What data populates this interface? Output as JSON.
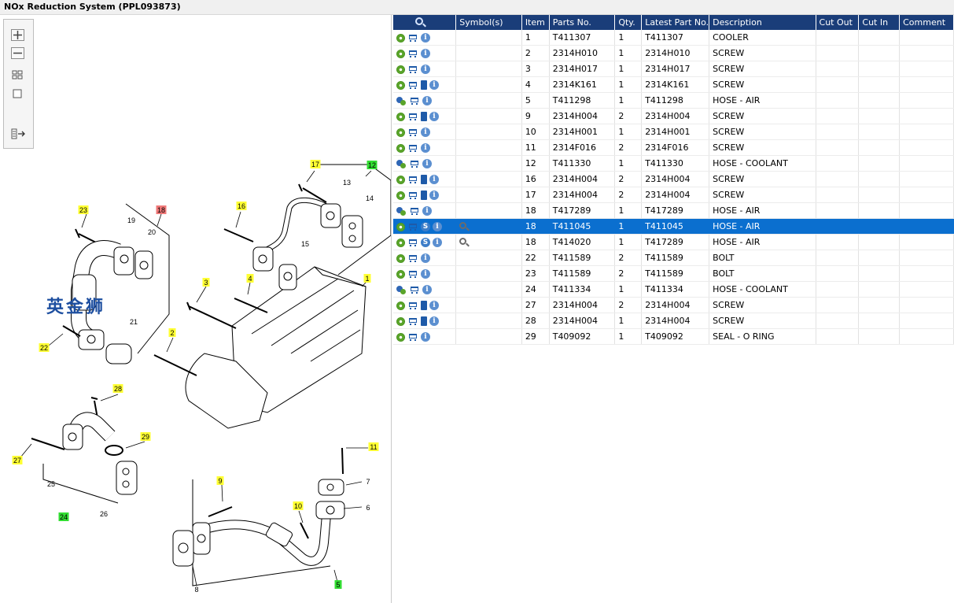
{
  "window": {
    "title": "NOx Reduction System (PPL093873)"
  },
  "toolbox": {
    "zoom_in_icon": "plus-icon",
    "zoom_out_icon": "minus-icon",
    "fit_icon": "fit-grid-icon",
    "window_icon": "window-icon",
    "panel_icon": "panel-toggle-icon"
  },
  "diagram": {
    "callouts": [
      {
        "label": "17",
        "color": "#ffff33"
      },
      {
        "label": "12",
        "color": "#33dd33"
      },
      {
        "label": "16",
        "color": "#ffff33"
      },
      {
        "label": "23",
        "color": "#ffff33"
      },
      {
        "label": "18",
        "color": "#f07878"
      },
      {
        "label": "3",
        "color": "#ffff33"
      },
      {
        "label": "4",
        "color": "#ffff33"
      },
      {
        "label": "1",
        "color": "#ffff33"
      },
      {
        "label": "2",
        "color": "#ffff33"
      },
      {
        "label": "22",
        "color": "#ffff33"
      },
      {
        "label": "28",
        "color": "#ffff33"
      },
      {
        "label": "29",
        "color": "#ffff33"
      },
      {
        "label": "27",
        "color": "#ffff33"
      },
      {
        "label": "24",
        "color": "#33dd33"
      },
      {
        "label": "11",
        "color": "#ffff33"
      },
      {
        "label": "9",
        "color": "#ffff33"
      },
      {
        "label": "10",
        "color": "#ffff33"
      },
      {
        "label": "5",
        "color": "#33dd33"
      }
    ],
    "labels": [
      "13",
      "14",
      "19",
      "20",
      "15",
      "21",
      "25",
      "26",
      "7",
      "6",
      "8"
    ]
  },
  "table": {
    "columns": [
      "",
      "Symbol(s)",
      "Item",
      "Parts No.",
      "Qty.",
      "Latest Part No.",
      "Description",
      "Cut Out",
      "Cut In",
      "Comment"
    ],
    "rows": [
      {
        "icons": "gci",
        "item": "1",
        "part": "T411307",
        "qty": "1",
        "latest": "T411307",
        "desc": "COOLER"
      },
      {
        "icons": "gci",
        "item": "2",
        "part": "2314H010",
        "qty": "1",
        "latest": "2314H010",
        "desc": "SCREW"
      },
      {
        "icons": "gci",
        "item": "3",
        "part": "2314H017",
        "qty": "1",
        "latest": "2314H017",
        "desc": "SCREW"
      },
      {
        "icons": "gcdi",
        "item": "4",
        "part": "2314K161",
        "qty": "1",
        "latest": "2314K161",
        "desc": "SCREW"
      },
      {
        "icons": "Gci",
        "item": "5",
        "part": "T411298",
        "qty": "1",
        "latest": "T411298",
        "desc": "HOSE - AIR"
      },
      {
        "icons": "gcdi",
        "item": "9",
        "part": "2314H004",
        "qty": "2",
        "latest": "2314H004",
        "desc": "SCREW"
      },
      {
        "icons": "gci",
        "item": "10",
        "part": "2314H001",
        "qty": "1",
        "latest": "2314H001",
        "desc": "SCREW"
      },
      {
        "icons": "gci",
        "item": "11",
        "part": "2314F016",
        "qty": "2",
        "latest": "2314F016",
        "desc": "SCREW"
      },
      {
        "icons": "Gci",
        "item": "12",
        "part": "T411330",
        "qty": "1",
        "latest": "T411330",
        "desc": "HOSE - COOLANT"
      },
      {
        "icons": "gcdi",
        "item": "16",
        "part": "2314H004",
        "qty": "2",
        "latest": "2314H004",
        "desc": "SCREW"
      },
      {
        "icons": "gcdi",
        "item": "17",
        "part": "2314H004",
        "qty": "2",
        "latest": "2314H004",
        "desc": "SCREW"
      },
      {
        "icons": "Gci",
        "item": "18",
        "part": "T417289",
        "qty": "1",
        "latest": "T417289",
        "desc": "HOSE - AIR"
      },
      {
        "icons": "gcsim",
        "item": "18",
        "part": "T411045",
        "qty": "1",
        "latest": "T411045",
        "desc": "HOSE - AIR",
        "selected": true
      },
      {
        "icons": "gcsim",
        "item": "18",
        "part": "T414020",
        "qty": "1",
        "latest": "T417289",
        "desc": "HOSE - AIR"
      },
      {
        "icons": "gci",
        "item": "22",
        "part": "T411589",
        "qty": "2",
        "latest": "T411589",
        "desc": "BOLT"
      },
      {
        "icons": "gci",
        "item": "23",
        "part": "T411589",
        "qty": "2",
        "latest": "T411589",
        "desc": "BOLT"
      },
      {
        "icons": "Gci",
        "item": "24",
        "part": "T411334",
        "qty": "1",
        "latest": "T411334",
        "desc": "HOSE - COOLANT"
      },
      {
        "icons": "gcdi",
        "item": "27",
        "part": "2314H004",
        "qty": "2",
        "latest": "2314H004",
        "desc": "SCREW"
      },
      {
        "icons": "gcdi",
        "item": "28",
        "part": "2314H004",
        "qty": "1",
        "latest": "2314H004",
        "desc": "SCREW"
      },
      {
        "icons": "gci",
        "item": "29",
        "part": "T409092",
        "qty": "1",
        "latest": "T409092",
        "desc": "SEAL - O RING"
      }
    ]
  },
  "watermark": {
    "text": "英金狮"
  },
  "colors": {
    "header_bg": "#1a3d79",
    "selected_row": "#0b6fcf",
    "callout_yellow": "#ffff33",
    "callout_green": "#33dd33",
    "callout_red": "#f07878"
  }
}
